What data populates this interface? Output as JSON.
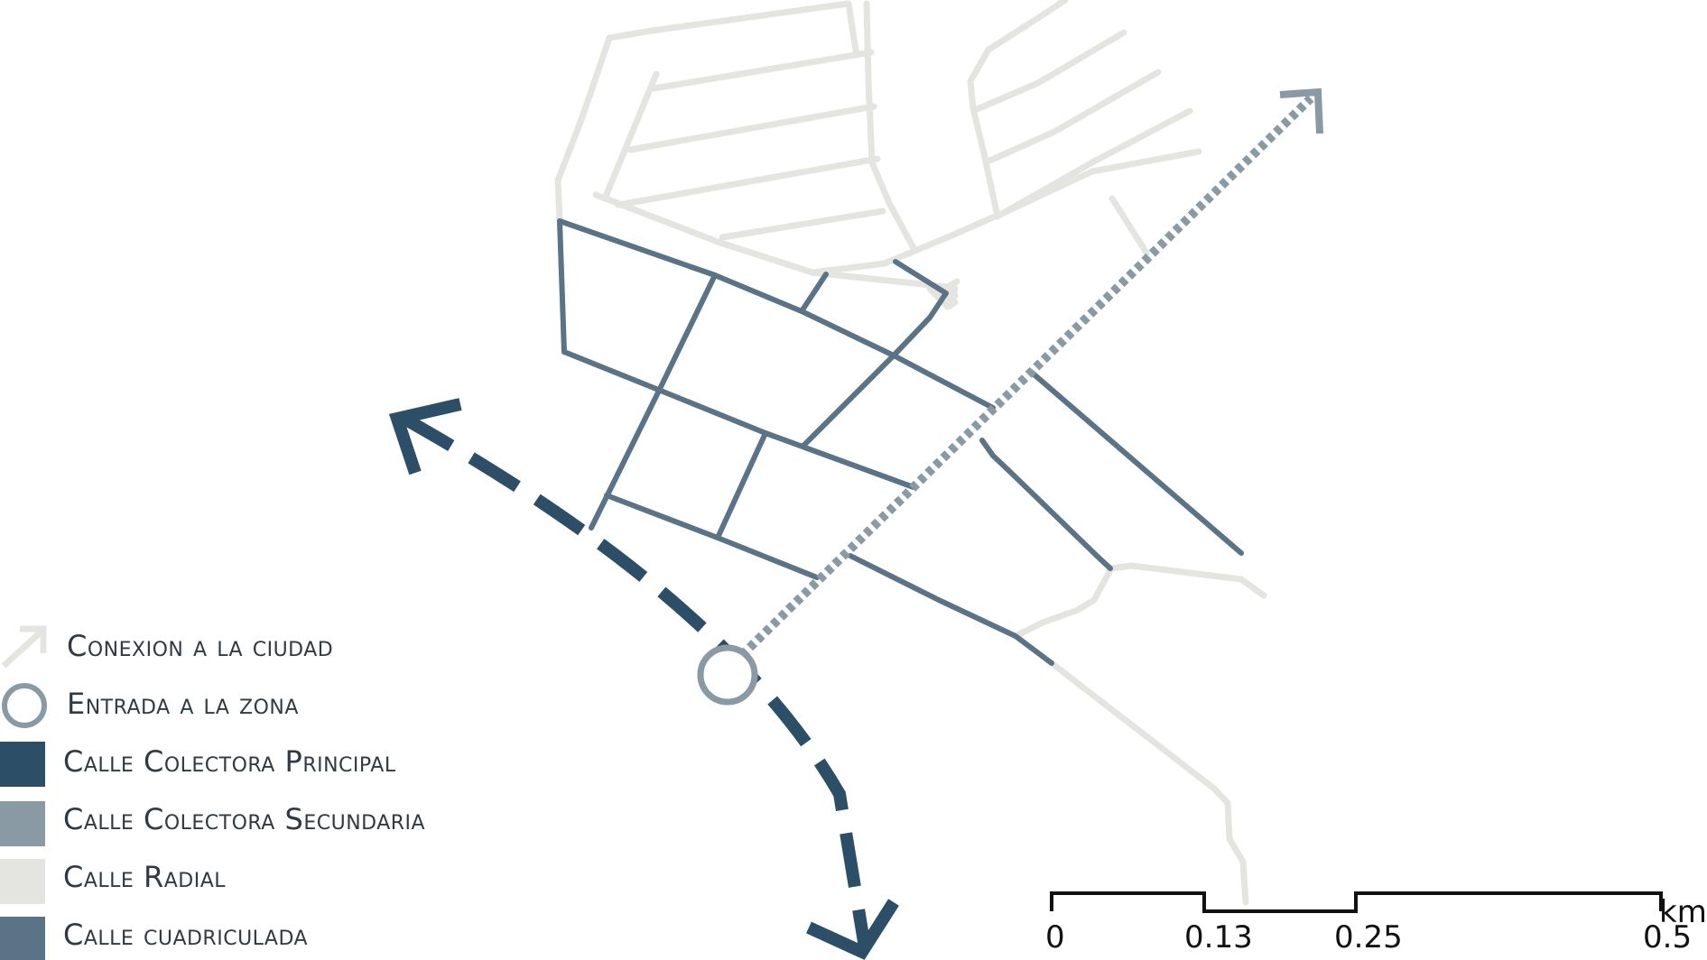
{
  "colors": {
    "principal": "#2c4e67",
    "secundaria": "#8a9aa5",
    "radial": "#e4e4e1",
    "cuadriculada": "#5b7386",
    "text": "#2f3a42"
  },
  "legend": {
    "conexion": "Conexion a la ciudad",
    "entrada": "Entrada a la zona",
    "principal": "Calle Colectora Principal",
    "secundaria": "Calle Colectora Secundaria",
    "radial": "Calle Radial",
    "cuadriculada": "Calle cuadriculada"
  },
  "scale_bar": {
    "unit": "km",
    "ticks": [
      "0",
      "0.13",
      "0.25",
      "0.5"
    ]
  }
}
